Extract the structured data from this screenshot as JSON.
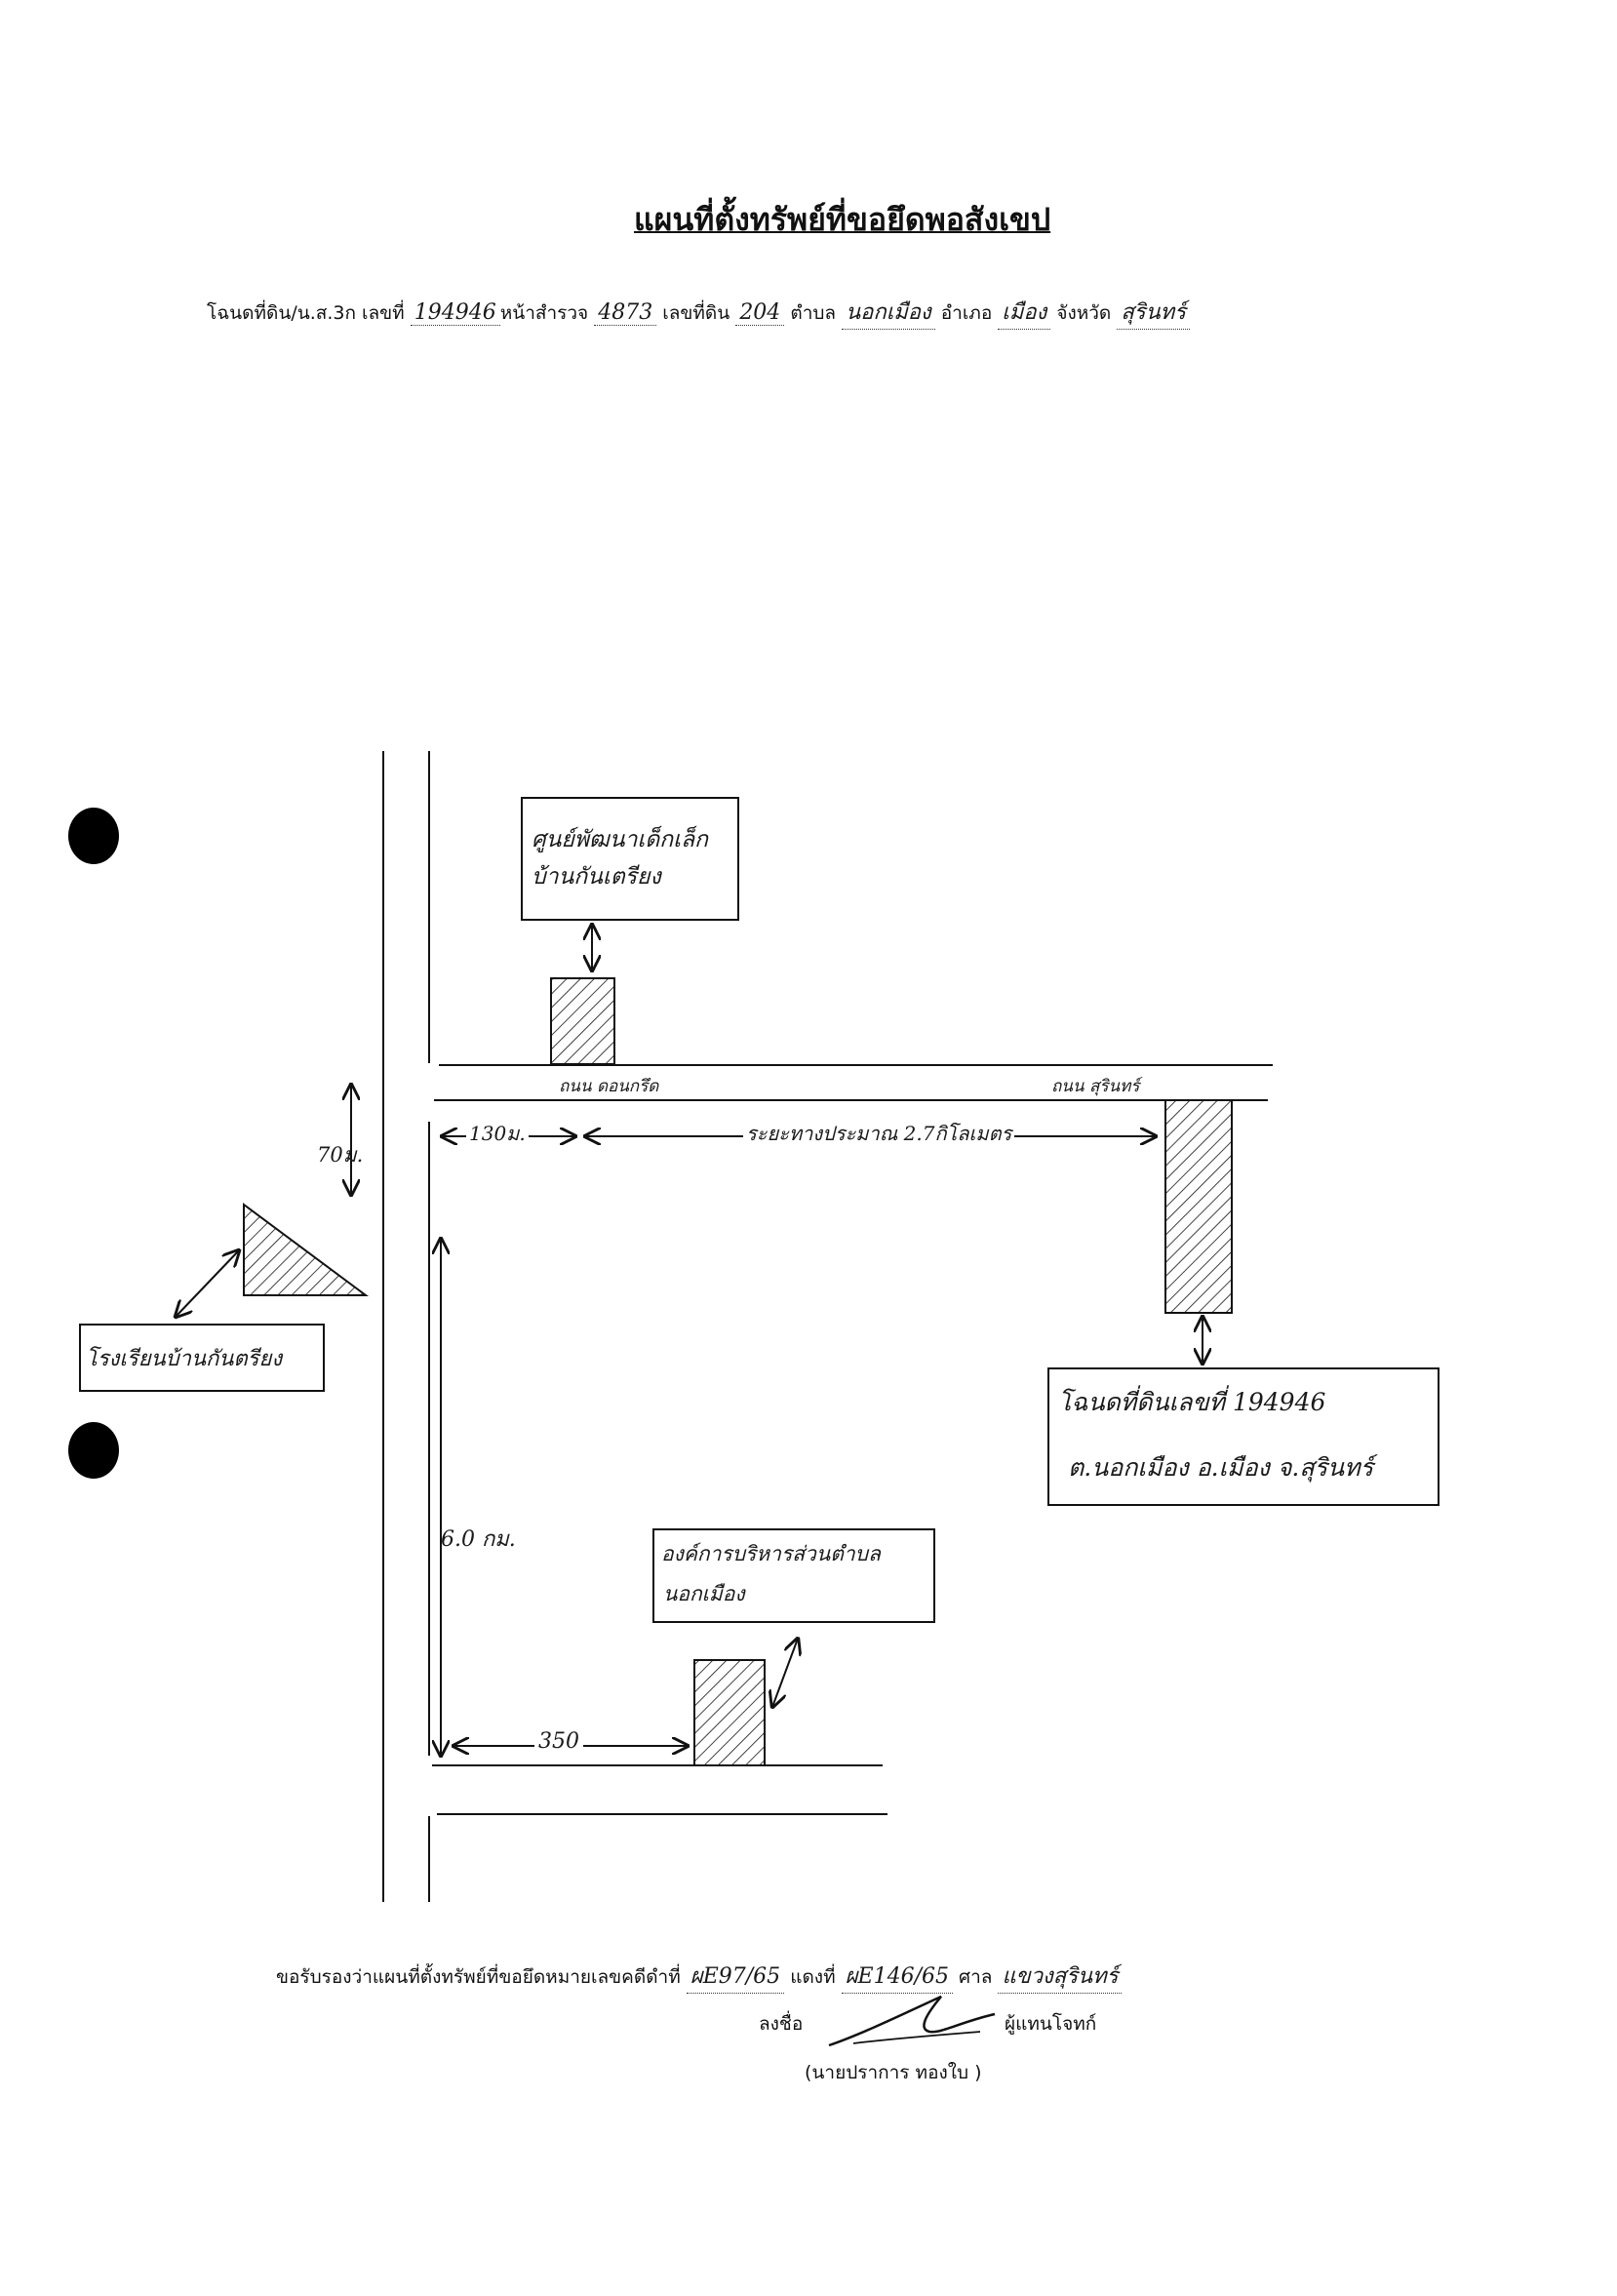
{
  "title": "แผนที่ตั้งทรัพย์ที่ขอยึดพอสังเขป",
  "deed_line": {
    "deed_label": "โฉนดที่ดิน/น.ส.3ก",
    "number_label": "เลขที่",
    "number_value": "194946",
    "survey_label": "หน้าสำรวจ",
    "survey_value": "4873",
    "land_no_label": "เลขที่ดิน",
    "land_no_value": "204",
    "tambon_label": "ตำบล",
    "tambon_value": "นอกเมือง",
    "amphoe_label": "อำเภอ",
    "amphoe_value": "เมือง",
    "province_label": "จังหวัด",
    "province_value": "สุรินทร์"
  },
  "map": {
    "center_label": "ศูนย์พัฒนาเด็กเล็ก บ้านกันเตรียง",
    "road_label_left": "ถนน ดอนกรึด",
    "road_label_right": "ถนน สุรินทร์",
    "dist_130": "130ม.",
    "dist_main": "ระยะทางประมาณ 2.7กิโลเมตร",
    "dist_70": "70ม.",
    "school_label": "โรงเรียนบ้านกันตรียง",
    "plot_label_line1": "โฉนดที่ดินเลขที่ 194946",
    "plot_label_line2": "ต.นอกเมือง อ.เมือง จ.สุรินทร์",
    "dist_6km": "6.0 กม.",
    "office_label_line1": "องค์การบริหารส่วนตำบล",
    "office_label_line2": "นอกเมือง",
    "dist_350": "350"
  },
  "certification": {
    "text": "ขอรับรองว่าแผนที่ตั้งทรัพย์ที่ขอยึดหมายเลขคดีดำที่",
    "black_case_no": "ผE97/65",
    "red_label": "แดงที่",
    "red_case_no": "ผE146/65",
    "court_label": "ศาล",
    "court_value": "แขวงสุรินทร์",
    "sign_label": "ลงชื่อ",
    "signer_role": "ผู้แทนโจทก์",
    "signer_name": "(นายปราการ     ทองใบ )"
  }
}
